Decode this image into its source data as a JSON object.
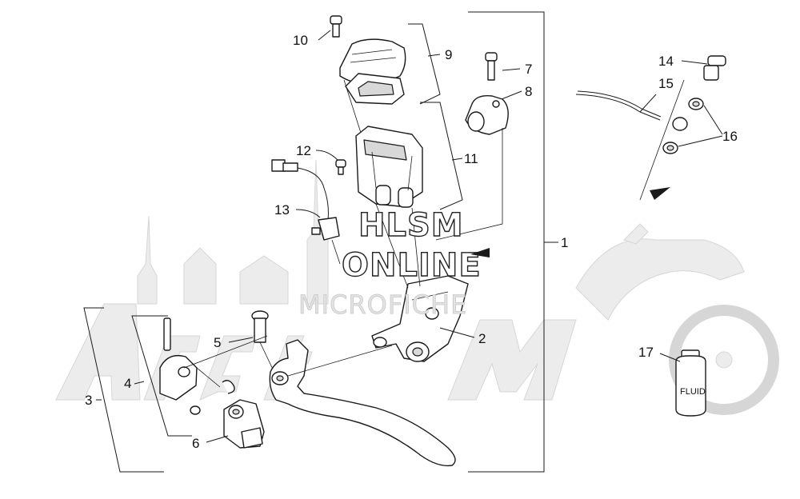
{
  "watermark": {
    "line1": "HLSM",
    "line2": "ONLINE",
    "line3": "MICROFICHE"
  },
  "callouts": [
    {
      "id": "1",
      "label": "1"
    },
    {
      "id": "2",
      "label": "2"
    },
    {
      "id": "3",
      "label": "3"
    },
    {
      "id": "4",
      "label": "4"
    },
    {
      "id": "5",
      "label": "5"
    },
    {
      "id": "6",
      "label": "6"
    },
    {
      "id": "7",
      "label": "7"
    },
    {
      "id": "8",
      "label": "8"
    },
    {
      "id": "9",
      "label": "9"
    },
    {
      "id": "10",
      "label": "10"
    },
    {
      "id": "11",
      "label": "11"
    },
    {
      "id": "12",
      "label": "12"
    },
    {
      "id": "13",
      "label": "13"
    },
    {
      "id": "14",
      "label": "14"
    },
    {
      "id": "15",
      "label": "15"
    },
    {
      "id": "16",
      "label": "16"
    },
    {
      "id": "17",
      "label": "17"
    }
  ],
  "bottle_label": "FLUID",
  "colors": {
    "line": "#1a1a1a",
    "watermark_gray": "#e2e2e2",
    "background": "#ffffff"
  }
}
